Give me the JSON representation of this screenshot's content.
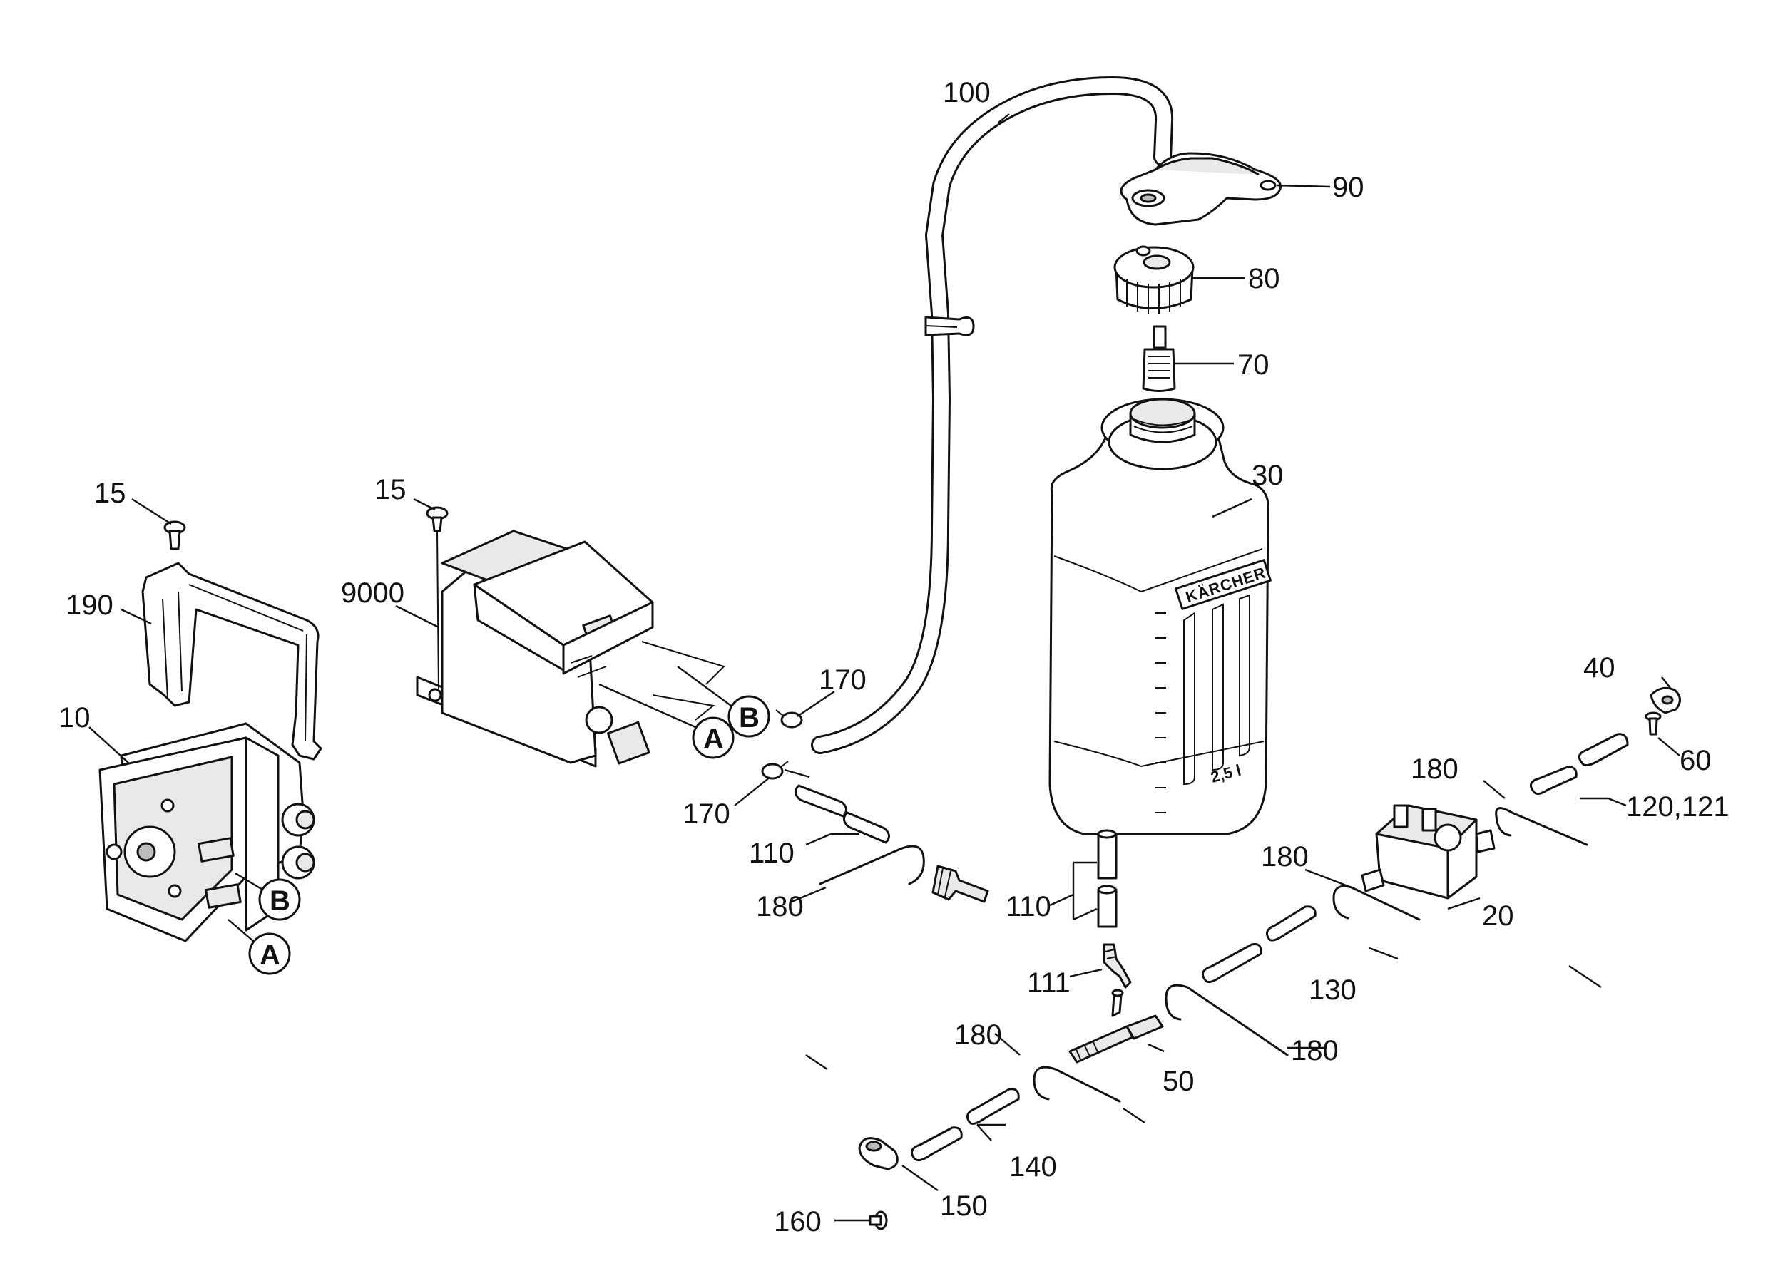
{
  "diagram": {
    "brand_text": "KÄRCHER",
    "capacity_text": "2,5 l",
    "callouts": [
      "A",
      "B"
    ],
    "part_labels": {
      "p10": "10",
      "p15_left": "15",
      "p15_mid": "15",
      "p190": "190",
      "p9000": "9000",
      "p100": "100",
      "p90": "90",
      "p80": "80",
      "p70": "70",
      "p30": "30",
      "p170_top": "170",
      "p170_bottom": "170",
      "p110_left": "110",
      "p110_mid": "110",
      "p180_a": "180",
      "p180_b": "180",
      "p180_c": "180",
      "p180_d": "180",
      "p180_e": "180",
      "p111": "111",
      "p40": "40",
      "p60": "60",
      "p120_121": "120,121",
      "p20": "20",
      "p130": "130",
      "p50": "50",
      "p140": "140",
      "p150": "150",
      "p160": "160"
    }
  }
}
